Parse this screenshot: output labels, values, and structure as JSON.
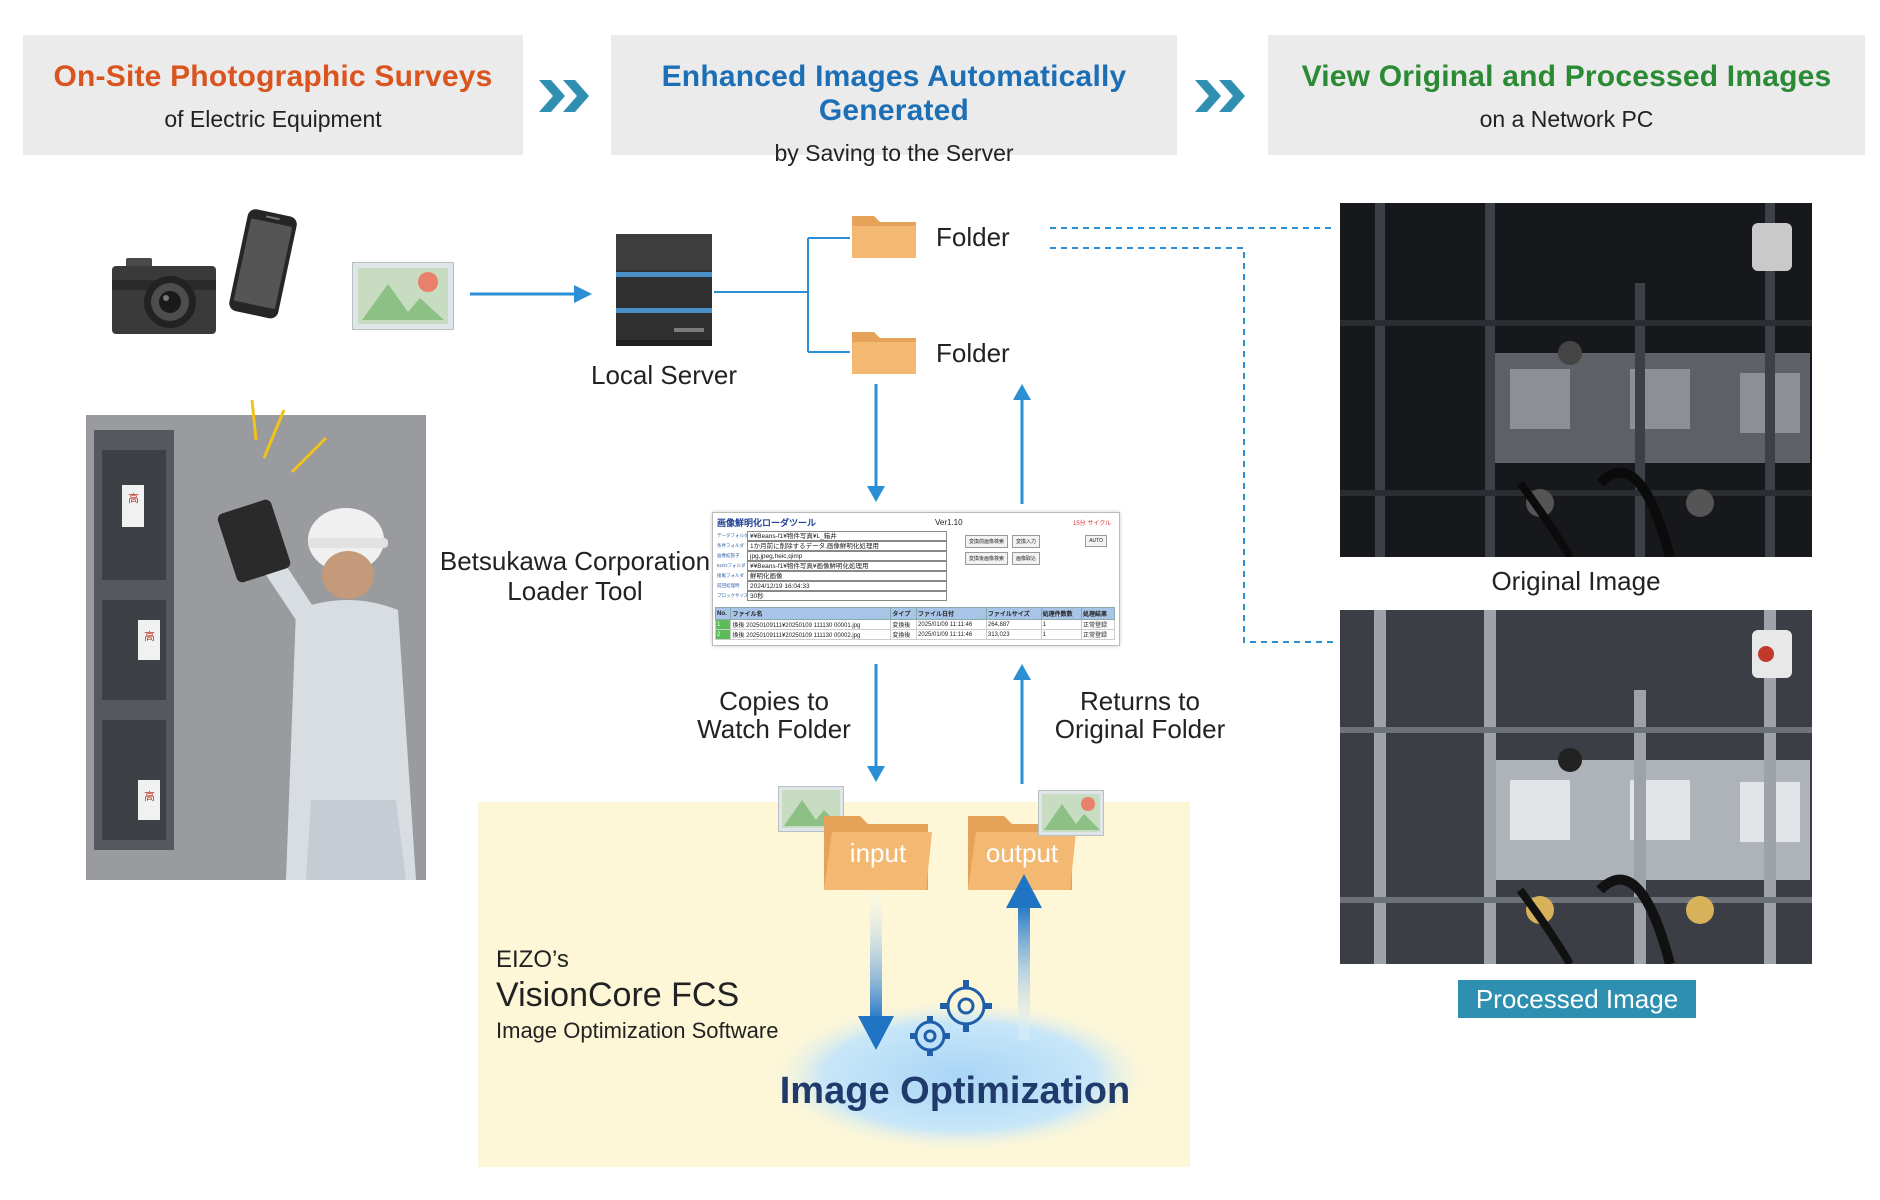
{
  "header": {
    "step1_title": "On-Site Photographic Surveys",
    "step1_sub": "of Electric Equipment",
    "step2_title": "Enhanced Images Automatically Generated",
    "step2_sub": "by Saving to the Server",
    "step3_title": "View Original and Processed Images",
    "step3_sub": "on a Network PC",
    "colors": {
      "step1": "#d9541e",
      "step2": "#1c6fb5",
      "step3": "#2b8a34",
      "arrow": "#2e8fb1"
    }
  },
  "server": {
    "label": "Local Server"
  },
  "folders": {
    "top_label": "Folder",
    "bottom_label": "Folder"
  },
  "loader": {
    "label_line1": "Betsukawa Corporation",
    "label_line2": "Loader Tool",
    "app_title": "画像鮮明化ローダツール",
    "version": "Ver1.10",
    "cycle": "15分 サイクル",
    "fields": [
      {
        "label": "データフォルダ",
        "value": "¥¥Beans-f1¥物件写真¥L_箱井"
      },
      {
        "label": "条件フォルダ",
        "value": "1か月前に削除するデータ,画像鮮明化処理用"
      },
      {
        "label": "画像拡張子",
        "value": "jpg,jpeg,heic,qimp"
      },
      {
        "label": "EIZOフォルダ",
        "value": "¥¥Beans-f1¥物件写真¥画像鮮明化処理用"
      },
      {
        "label": "接尾フォルダ",
        "value": "鮮明化画像"
      },
      {
        "label": "前回処理時",
        "value": "2024/12/19 16:04:33"
      },
      {
        "label": "プロックサイズ",
        "value": "30秒"
      }
    ],
    "buttons": [
      "変換前画像検索",
      "変換入力",
      "変換後画像検索",
      "画像取込",
      "AUTO"
    ],
    "columns": [
      "No.",
      "ファイル名",
      "タイプ",
      "ファイル日付",
      "ファイルサイズ",
      "処理件数数",
      "処理結果"
    ],
    "rows": [
      {
        "no": "1",
        "name": "換後 20250109111¥20250109 111130 00001.jpg",
        "type": "変換後",
        "date": "2025/01/09 11:11:46",
        "size": "264,887",
        "count": "1",
        "result": "正常登録"
      },
      {
        "no": "2",
        "name": "換後 20250109111¥20250109 111130 00002.jpg",
        "type": "変換後",
        "date": "2025/01/09 11:11:46",
        "size": "313,023",
        "count": "1",
        "result": "正常登録"
      }
    ]
  },
  "flow": {
    "copies_line1": "Copies to",
    "copies_line2": "Watch Folder",
    "returns_line1": "Returns to",
    "returns_line2": "Original Folder"
  },
  "eizo": {
    "input_label": "input",
    "output_label": "output",
    "brand_line1": "EIZO’s",
    "brand_line2": "VisionCore FCS",
    "brand_line3": "Image Optimization Software",
    "optimization": "Image Optimization"
  },
  "results": {
    "original_label": "Original Image",
    "processed_label": "Processed Image"
  }
}
